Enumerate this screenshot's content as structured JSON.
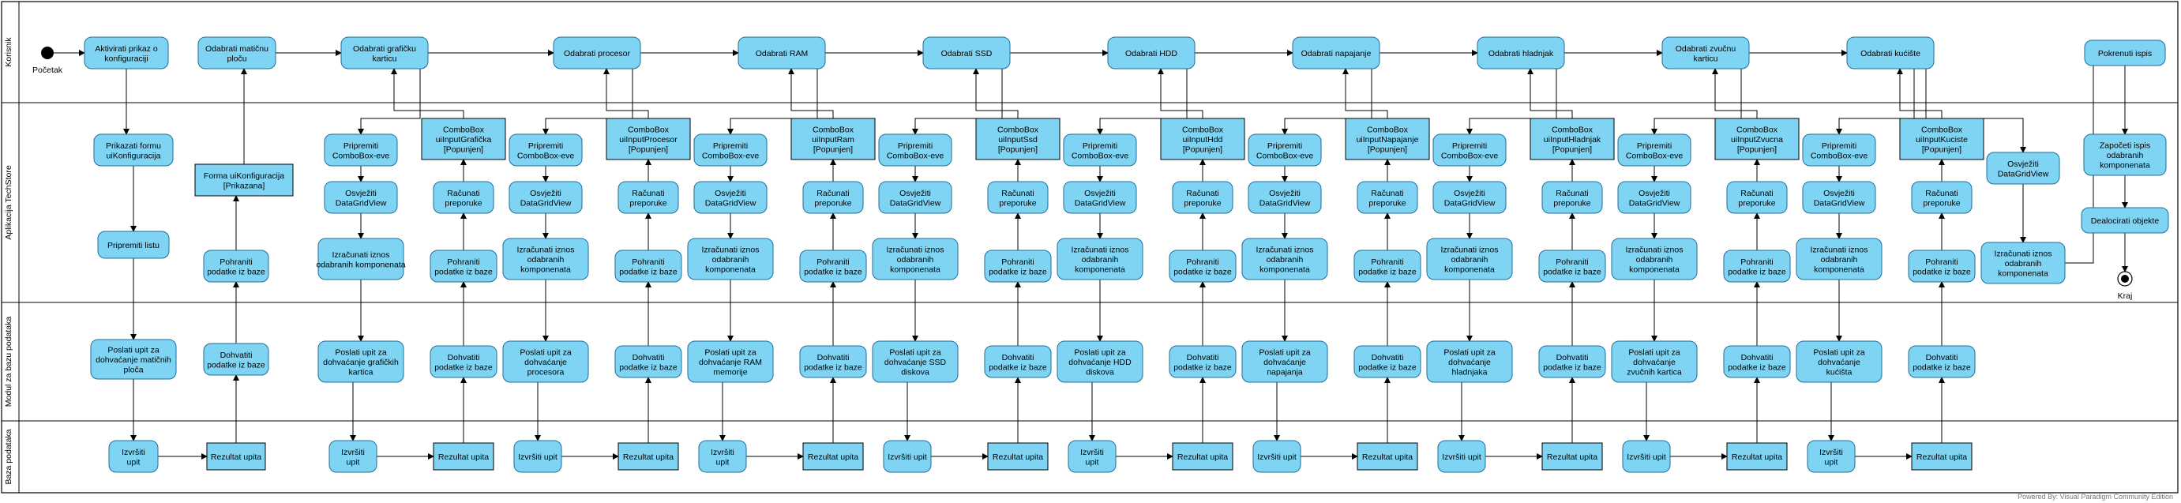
{
  "lanes": [
    "Korisnik",
    "Aplikacija TechStore",
    "Modul za bazu podataka",
    "Baza podataka"
  ],
  "start_label": "Početak",
  "end_label": "Kraj",
  "footer": "Powered By: Visual Paradigm Community Edition",
  "colors": {
    "action_fill": "#7FD4F4",
    "action_stroke": "#1F6F99",
    "object_fill": "#7FD4F4",
    "lane_line": "#000000"
  },
  "intro": {
    "activate": [
      "Aktivirati prikaz o",
      "konfiguraciji"
    ],
    "show_form": [
      "Prikazati formu",
      "uiKonfiguracija"
    ],
    "prepare_list": [
      "Pripremiti listu"
    ],
    "query_boards": [
      "Poslati upit za",
      "dohvaćanje matičnih",
      "ploča"
    ],
    "execute": [
      "Izvršiti",
      "upit"
    ],
    "result": [
      "Rezultat upita"
    ],
    "fetch": [
      "Dohvatiti",
      "podatke iz baze"
    ],
    "store": [
      "Pohraniti",
      "podatke iz baze"
    ],
    "form_object": [
      "Forma uiKonfiguracija",
      "[Prikazana]"
    ],
    "select_board": [
      "Odabrati matičnu",
      "ploču"
    ]
  },
  "blocks": [
    {
      "select": [
        "Odabrati grafičku",
        "karticu"
      ],
      "prepare": [
        "Pripremiti",
        "ComboBox-eve"
      ],
      "refresh": [
        "Osvježiti",
        "DataGridView"
      ],
      "calc": [
        "Izračunati iznos",
        "odabranih komponenata"
      ],
      "query": [
        "Poslati upit za",
        "dohvaćanje grafičkih",
        "kartica"
      ],
      "execute": [
        "Izvršiti",
        "upit"
      ],
      "result": [
        "Rezultat upita"
      ],
      "fetch": [
        "Dohvatiti",
        "podatke iz baze"
      ],
      "store": [
        "Pohraniti",
        "podatke iz baze"
      ],
      "compute": [
        "Računati",
        "preporuke"
      ],
      "combo": [
        "ComboBox",
        "uiInputGrafička",
        "[Popunjen]"
      ]
    },
    {
      "select": [
        "Odabrati procesor"
      ],
      "prepare": [
        "Pripremiti",
        "ComboBox-eve"
      ],
      "refresh": [
        "Osvježiti",
        "DataGridView"
      ],
      "calc": [
        "Izračunati iznos",
        "odabranih",
        "komponenata"
      ],
      "query": [
        "Poslati upit za",
        "dohvaćanje",
        "procesora"
      ],
      "execute": [
        "Izvršiti upit"
      ],
      "result": [
        "Rezultat upita"
      ],
      "fetch": [
        "Dohvatiti",
        "podatke iz baze"
      ],
      "store": [
        "Pohraniti",
        "podatke iz baze"
      ],
      "compute": [
        "Računati",
        "preporuke"
      ],
      "combo": [
        "ComboBox",
        "uiInputProcesor",
        "[Popunjen]"
      ]
    },
    {
      "select": [
        "Odabrati RAM"
      ],
      "prepare": [
        "Pripremiti",
        "ComboBox-eve"
      ],
      "refresh": [
        "Osvježiti",
        "DataGridView"
      ],
      "calc": [
        "Izračunati iznos",
        "odabranih",
        "komponenata"
      ],
      "query": [
        "Poslati upit za",
        "dohvaćanje RAM",
        "memorije"
      ],
      "execute": [
        "Izvršiti",
        "upit"
      ],
      "result": [
        "Rezultat upita"
      ],
      "fetch": [
        "Dohvatiti",
        "podatke iz baze"
      ],
      "store": [
        "Pohraniti",
        "podatke iz baze"
      ],
      "compute": [
        "Računati",
        "preporuke"
      ],
      "combo": [
        "ComboBox",
        "uiInputRam",
        "[Popunjen]"
      ]
    },
    {
      "select": [
        "Odabrati SSD"
      ],
      "prepare": [
        "Pripremiti",
        "ComboBox-eve"
      ],
      "refresh": [
        "Osvježiti",
        "DataGridView"
      ],
      "calc": [
        "Izračunati iznos",
        "odabranih",
        "komponenata"
      ],
      "query": [
        "Poslati upit za",
        "dohvaćanje SSD",
        "diskova"
      ],
      "execute": [
        "Izvršiti upit"
      ],
      "result": [
        "Rezultat upita"
      ],
      "fetch": [
        "Dohvatiti",
        "podatke iz baze"
      ],
      "store": [
        "Pohraniti",
        "podatke iz baze"
      ],
      "compute": [
        "Računati",
        "preporuke"
      ],
      "combo": [
        "ComboBox",
        "uiInputSsd",
        "[Popunjen]"
      ]
    },
    {
      "select": [
        "Odabrati HDD"
      ],
      "prepare": [
        "Pripremiti",
        "ComboBox-eve"
      ],
      "refresh": [
        "Osvježiti",
        "DataGridView"
      ],
      "calc": [
        "Izračunati iznos",
        "odabranih",
        "komponenata"
      ],
      "query": [
        "Poslati upit za",
        "dohvaćanje HDD",
        "diskova"
      ],
      "execute": [
        "Izvršiti",
        "upit"
      ],
      "result": [
        "Rezultat upita"
      ],
      "fetch": [
        "Dohvatiti",
        "podatke iz baze"
      ],
      "store": [
        "Pohraniti",
        "podatke iz baze"
      ],
      "compute": [
        "Računati",
        "preporuke"
      ],
      "combo": [
        "ComboBox",
        "uiInputHdd",
        "[Popunjen]"
      ]
    },
    {
      "select": [
        "Odabrati napajanje"
      ],
      "prepare": [
        "Pripremiti",
        "ComboBox-eve"
      ],
      "refresh": [
        "Osvježiti",
        "DataGridView"
      ],
      "calc": [
        "Izračunati iznos",
        "odabranih",
        "komponenata"
      ],
      "query": [
        "Poslati upit za",
        "dohvaćanje",
        "napajanja"
      ],
      "execute": [
        "Izvršiti upit"
      ],
      "result": [
        "Rezultat upita"
      ],
      "fetch": [
        "Dohvatiti",
        "podatke iz baze"
      ],
      "store": [
        "Pohraniti",
        "podatke iz baze"
      ],
      "compute": [
        "Računati",
        "preporuke"
      ],
      "combo": [
        "ComboBox",
        "uiInputNapajanje",
        "[Popunjen]"
      ]
    },
    {
      "select": [
        "Odabrati hladnjak"
      ],
      "prepare": [
        "Pripremiti",
        "ComboBox-eve"
      ],
      "refresh": [
        "Osvježiti",
        "DataGridView"
      ],
      "calc": [
        "Izračunati iznos",
        "odabranih",
        "komponenata"
      ],
      "query": [
        "Poslati upit za",
        "dohvaćanje",
        "hladnjaka"
      ],
      "execute": [
        "Izvršiti upit"
      ],
      "result": [
        "Rezultat upita"
      ],
      "fetch": [
        "Dohvatiti",
        "podatke iz baze"
      ],
      "store": [
        "Pohraniti",
        "podatke iz baze"
      ],
      "compute": [
        "Računati",
        "preporuke"
      ],
      "combo": [
        "ComboBox",
        "uiInputHladnjak",
        "[Popunjen]"
      ]
    },
    {
      "select": [
        "Odabrati zvučnu",
        "karticu"
      ],
      "prepare": [
        "Pripremiti",
        "ComboBox-eve"
      ],
      "refresh": [
        "Osvježiti",
        "DataGridView"
      ],
      "calc": [
        "Izračunati iznos",
        "odabranih",
        "komponenata"
      ],
      "query": [
        "Poslati upit za",
        "dohvaćanje",
        "zvučnih kartica"
      ],
      "execute": [
        "Izvršiti upit"
      ],
      "result": [
        "Rezultat upita"
      ],
      "fetch": [
        "Dohvatiti",
        "podatke iz baze"
      ],
      "store": [
        "Pohraniti",
        "podatke iz baze"
      ],
      "compute": [
        "Računati",
        "preporuke"
      ],
      "combo": [
        "ComboBox",
        "uiInputZvucna",
        "[Popunjen]"
      ]
    },
    {
      "select": [
        "Odabrati kućište"
      ],
      "prepare": [
        "Pripremiti",
        "ComboBox-eve"
      ],
      "refresh": [
        "Osvježiti",
        "DataGridView"
      ],
      "calc": [
        "Izračunati iznos",
        "odabranih",
        "komponenata"
      ],
      "query": [
        "Poslati upit za",
        "dohvaćanje",
        "kućišta"
      ],
      "execute": [
        "Izvršiti",
        "upit"
      ],
      "result": [
        "Rezultat upita"
      ],
      "fetch": [
        "Dohvatiti",
        "podatke iz baze"
      ],
      "store": [
        "Pohraniti",
        "podatke iz baze"
      ],
      "compute": [
        "Računati",
        "preporuke"
      ],
      "combo": [
        "ComboBox",
        "uiInputKuciste",
        "[Popunjen]"
      ]
    }
  ],
  "final": {
    "refresh": [
      "Osvježiti",
      "DataGridView"
    ],
    "calc": [
      "Izračunati iznos",
      "odabranih",
      "komponenata"
    ],
    "print": [
      "Pokrenuti ispis"
    ],
    "start_print": [
      "Započeti ispis",
      "odabranih",
      "komponenata"
    ],
    "dealloc": [
      "Dealocirati objekte"
    ]
  }
}
